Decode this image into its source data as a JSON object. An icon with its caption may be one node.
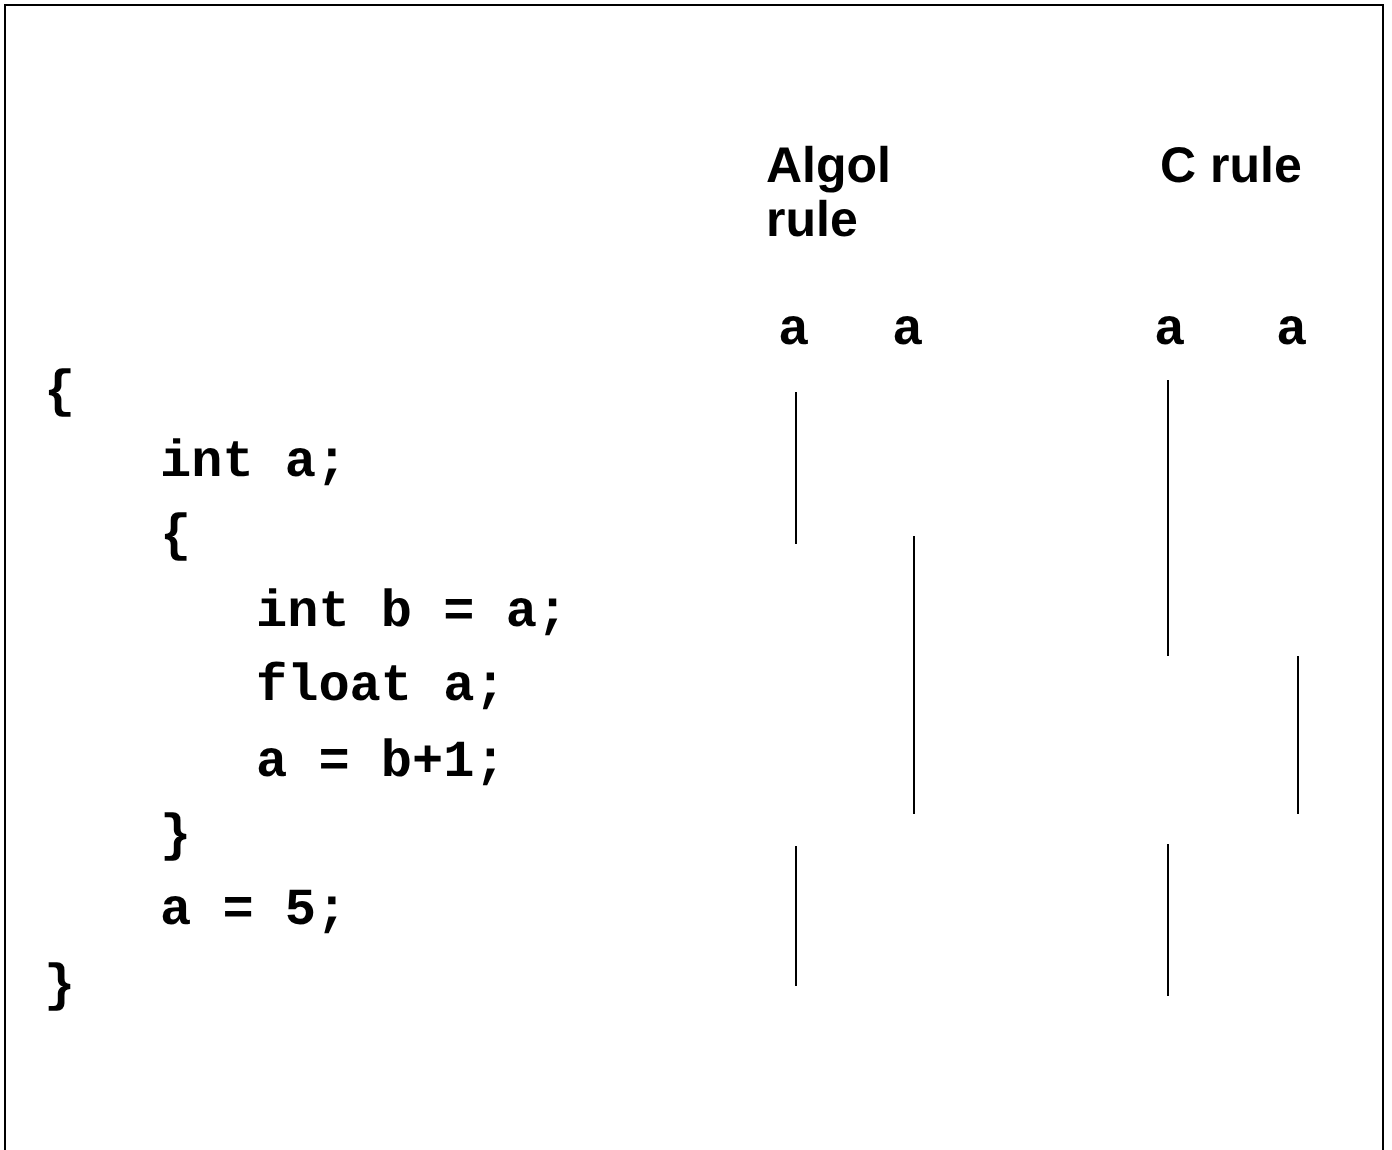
{
  "diagram": {
    "labels": [
      "Algol rule",
      "C rule",
      "a",
      "a",
      "a",
      "a",
      "{",
      "int a;",
      "{",
      "int b = a;",
      "float a;",
      "a = b+1;",
      "}",
      "a = 5;",
      "}"
    ]
  }
}
